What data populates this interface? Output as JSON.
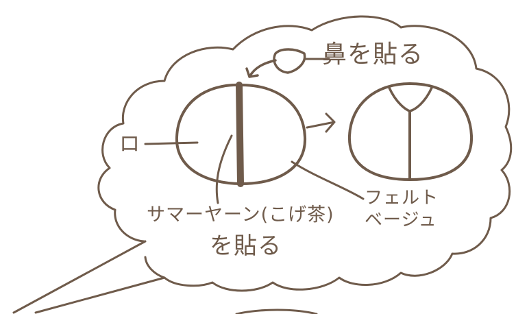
{
  "labels": {
    "nose": "鼻を貼る",
    "mouth": "ロ",
    "yarn_line1": "サマーヤーン(こげ茶)",
    "yarn_line2": "を貼る",
    "felt_line1": "フェルト",
    "felt_line2": "ベージュ"
  },
  "colors": {
    "ink": "#6f5b4b",
    "background": "#ffffff"
  }
}
